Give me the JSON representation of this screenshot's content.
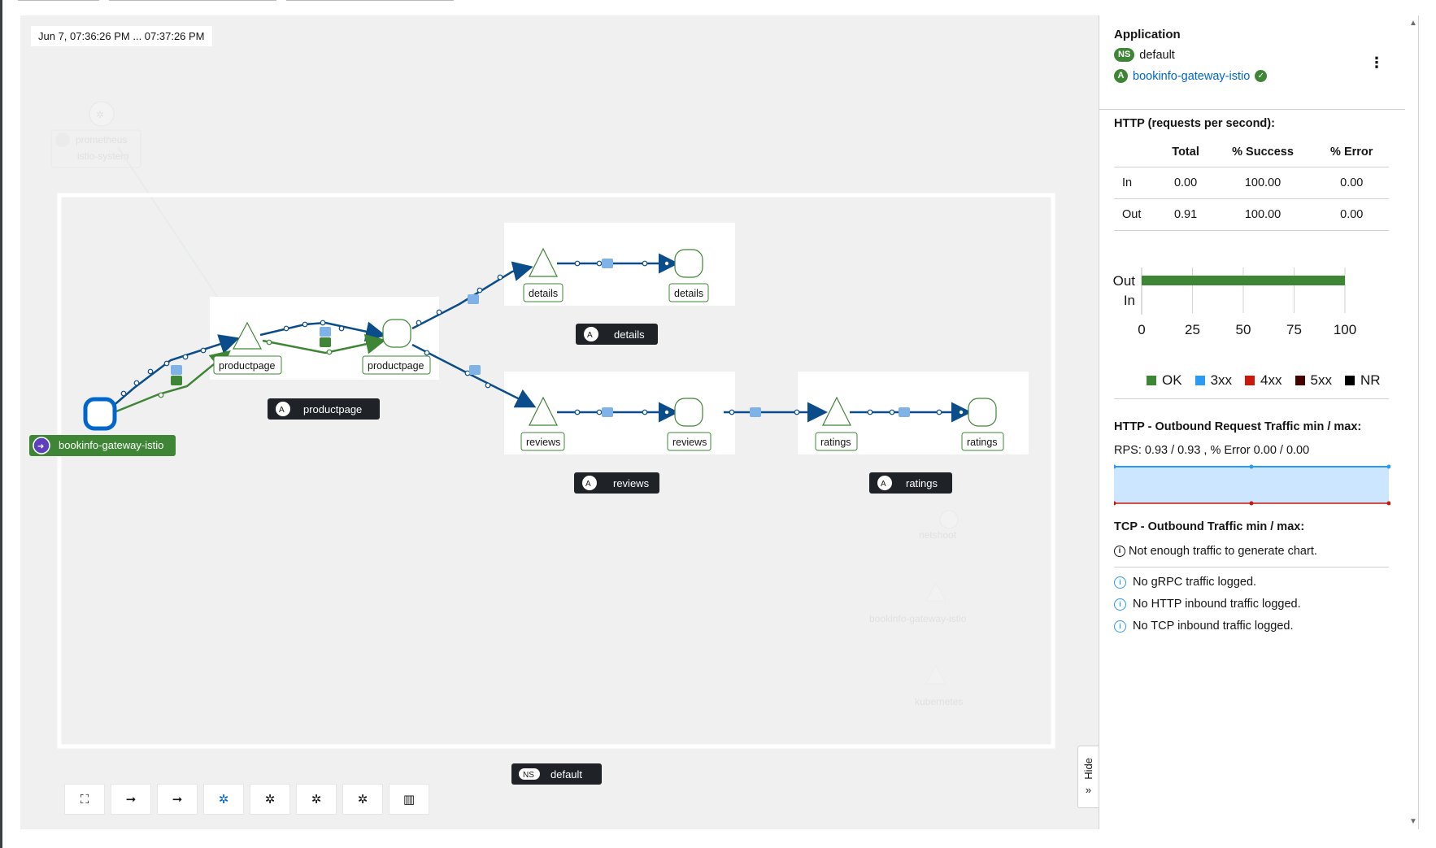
{
  "time_range": "Jun 7, 07:36:26 PM ... 07:37:26 PM",
  "graph": {
    "namespace_box": {
      "badge": "NS",
      "label": "default"
    },
    "faded_nodes": [
      "prometheus",
      "istio-system",
      "netshoot",
      "bookinfo-gateway-istio",
      "kubernetes"
    ],
    "ingress": {
      "label": "bookinfo-gateway-istio"
    },
    "nodes": [
      {
        "label": "productpage",
        "kind": "app"
      },
      {
        "label": "productpage",
        "kind": "service"
      },
      {
        "label": "details",
        "kind": "app"
      },
      {
        "label": "details",
        "kind": "service"
      },
      {
        "label": "reviews",
        "kind": "app"
      },
      {
        "label": "reviews",
        "kind": "service"
      },
      {
        "label": "ratings",
        "kind": "app"
      },
      {
        "label": "ratings",
        "kind": "service"
      }
    ],
    "app_boxes": [
      {
        "badge": "A",
        "label": "productpage"
      },
      {
        "badge": "A",
        "label": "details"
      },
      {
        "badge": "A",
        "label": "reviews"
      },
      {
        "badge": "A",
        "label": "ratings"
      }
    ]
  },
  "toolbar": {
    "buttons": [
      "fit-to-screen",
      "layout-arrow-1",
      "layout-arrow-2",
      "layout-default",
      "layout-1",
      "layout-2",
      "layout-3",
      "minimap"
    ]
  },
  "hide_tab": {
    "label": "Hide"
  },
  "side_panel": {
    "title": "Application",
    "namespace_badge": "NS",
    "namespace": "default",
    "app_badge": "A",
    "app_name": "bookinfo-gateway-istio",
    "http_section_title": "HTTP (requests per second):",
    "table": {
      "headers": [
        "",
        "Total",
        "% Success",
        "% Error"
      ],
      "rows": [
        {
          "label": "In",
          "total": "0.00",
          "success": "100.00",
          "error": "0.00"
        },
        {
          "label": "Out",
          "total": "0.91",
          "success": "100.00",
          "error": "0.00"
        }
      ]
    },
    "outbound_title": "HTTP - Outbound Request Traffic min / max:",
    "rps_text": "RPS: 0.93 / 0.93 , % Error 0.00 / 0.00",
    "tcp_title": "TCP - Outbound Traffic min / max:",
    "tcp_message": "Not enough traffic to generate chart.",
    "info_messages": [
      "No gRPC traffic logged.",
      "No HTTP inbound traffic logged.",
      "No TCP inbound traffic logged."
    ]
  },
  "chart_data": {
    "type": "bar",
    "orientation": "horizontal",
    "categories": [
      "Out",
      "In"
    ],
    "series": [
      {
        "name": "OK",
        "values": [
          100,
          0
        ]
      },
      {
        "name": "3xx",
        "values": [
          0,
          0
        ]
      },
      {
        "name": "4xx",
        "values": [
          0,
          0
        ]
      },
      {
        "name": "5xx",
        "values": [
          0,
          0
        ]
      },
      {
        "name": "NR",
        "values": [
          0,
          0
        ]
      }
    ],
    "ticks": [
      "0",
      "25",
      "50",
      "75",
      "100"
    ],
    "xlim": [
      0,
      100
    ],
    "legend_position": "bottom",
    "colors": {
      "OK": "#3e8635",
      "3xx": "#2b9af3",
      "4xx": "#c9190b",
      "5xx": "#470000",
      "NR": "#000000"
    }
  },
  "colors": {
    "edge_blue": "#0b4d8a",
    "edge_green": "#3e8635",
    "ns_box": "#ffffff"
  }
}
